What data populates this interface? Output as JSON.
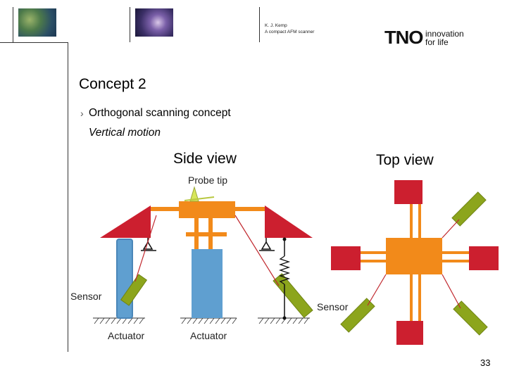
{
  "header": {
    "author": "K. J. Kemp",
    "subject": "A compact AFM scanner",
    "logo_text": "TNO",
    "tagline_line1": "innovation",
    "tagline_line2": "for life"
  },
  "slide": {
    "title": "Concept 2",
    "bullet": "Orthogonal scanning concept",
    "subtitle": "Vertical motion",
    "page_number": "33"
  },
  "diagram": {
    "side_view_label": "Side view",
    "top_view_label": "Top view",
    "probe_tip_label": "Probe tip",
    "sensor_left_label": "Sensor",
    "sensor_right_label": "Sensor",
    "actuator_left_label": "Actuator",
    "actuator_right_label": "Actuator"
  },
  "colors": {
    "red": "#cc1f2f",
    "orange": "#f28a1a",
    "blue": "#5f9fd0",
    "green": "#8ca51c"
  }
}
